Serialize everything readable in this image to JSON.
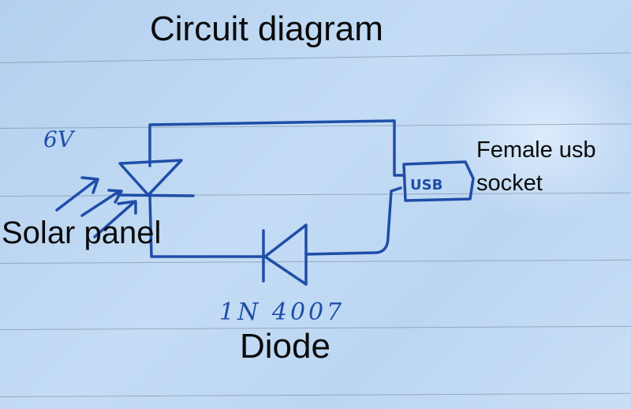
{
  "title": "Circuit diagram",
  "labels": {
    "voltage": "6V",
    "solar_panel": "Solar panel",
    "usb_socket_line1": "Female usb",
    "usb_socket_line2": "socket",
    "usb_box_text": "USB",
    "diode_part": "1N 4007",
    "diode": "Diode"
  },
  "colors": {
    "ink": "#1f4ea8",
    "text": "#0a0a0a",
    "paper": "#bcd6f2",
    "rule_lines": "#6f7f94"
  },
  "components": [
    {
      "type": "solar-cell",
      "label": "Solar panel",
      "voltage": "6V"
    },
    {
      "type": "diode",
      "part": "1N 4007",
      "label": "Diode"
    },
    {
      "type": "usb-socket",
      "label": "Female usb socket"
    }
  ]
}
